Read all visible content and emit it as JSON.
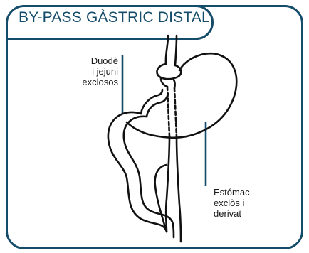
{
  "title": "BY-PASS GÀSTRIC DISTAL",
  "labels": {
    "duodenum": [
      "Duodè",
      "i jejuni",
      "exclosos"
    ],
    "stomach": [
      "Estómac",
      "exclòs i",
      "derivat"
    ]
  },
  "colors": {
    "accent": "#154c6a",
    "line": "#111111"
  }
}
